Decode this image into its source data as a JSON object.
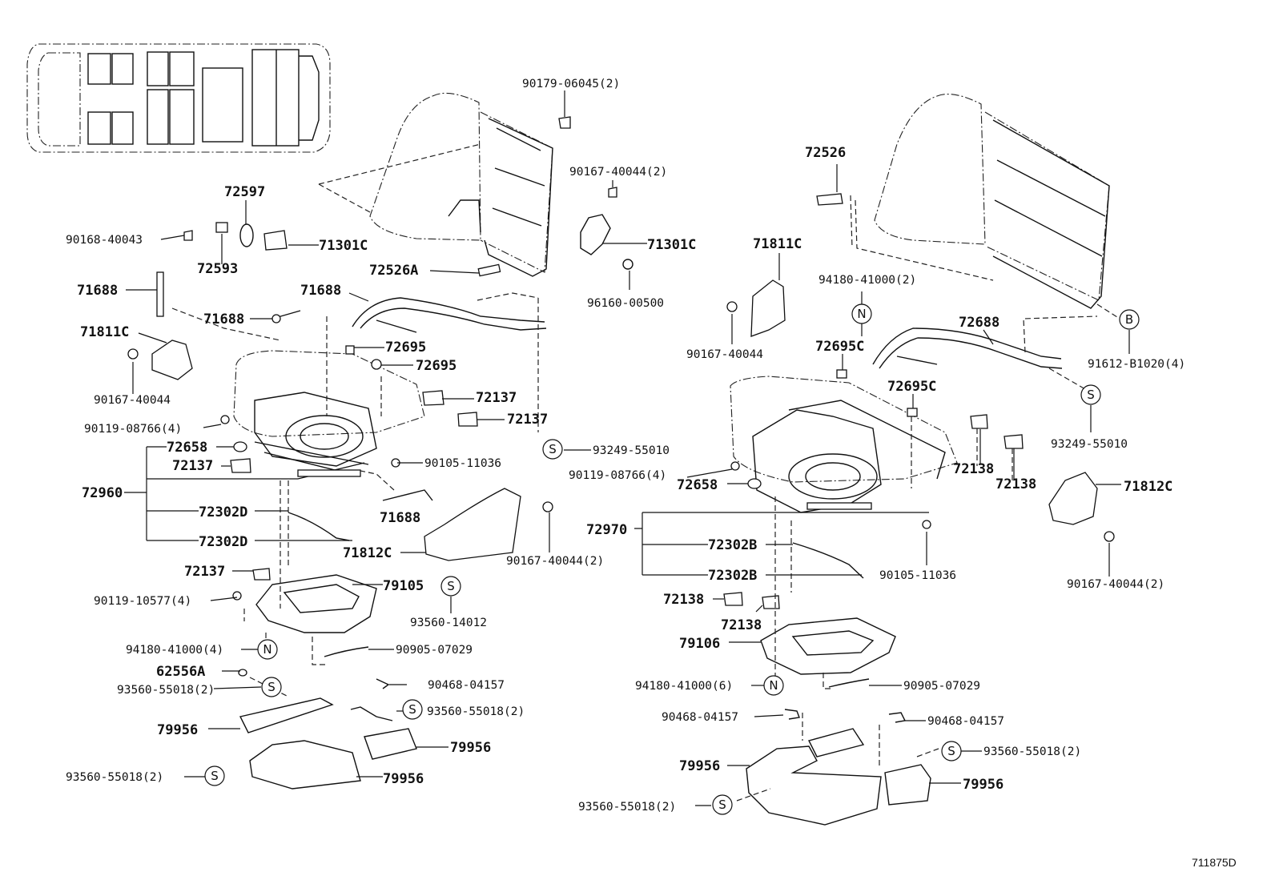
{
  "diagram_id": "711875D",
  "symbols": {
    "S": "S",
    "N": "N",
    "B": "B"
  },
  "labels": {
    "l1": "90179-06045(2)",
    "l2": "72597",
    "l3": "90168-40043",
    "l4": "72593",
    "l5": "71301C",
    "l6": "72526A",
    "l7": "71688",
    "l8": "71688",
    "l9": "71688",
    "l10": "71811C",
    "l11": "90167-40044",
    "l12": "72695",
    "l13": "72695",
    "l14": "72137",
    "l15": "72137",
    "l16": "90119-08766(4)",
    "l17": "72658",
    "l18": "72137",
    "l19": "90105-11036",
    "l20": "93249-55010",
    "l21": "72960",
    "l22": "72302D",
    "l23": "72302D",
    "l24": "71688",
    "l25": "71812C",
    "l26": "90167-40044(2)",
    "l27": "72137",
    "l28": "79105",
    "l29": "90119-10577(4)",
    "l30": "93560-14012",
    "l31": "94180-41000(4)",
    "l32": "90905-07029",
    "l33": "62556A",
    "l34": "93560-55018(2)",
    "l35": "90468-04157",
    "l36": "93560-55018(2)",
    "l37": "79956",
    "l38": "79956",
    "l39": "93560-55018(2)",
    "l40": "79956",
    "r1": "90167-40044(2)",
    "r2": "71301C",
    "r3": "96160-00500",
    "r4": "72526",
    "r5": "71811C",
    "r6": "94180-41000(2)",
    "r7": "90167-40044",
    "r8": "72688",
    "r9": "72695C",
    "r10": "72695C",
    "r11": "91612-B1020(4)",
    "r12": "93249-55010",
    "r13": "90119-08766(4)",
    "r14": "72658",
    "r15": "72138",
    "r16": "72138",
    "r17": "71812C",
    "r18": "72970",
    "r19": "72302B",
    "r20": "72302B",
    "r21": "90105-11036",
    "r22": "90167-40044(2)",
    "r23": "72138",
    "r24": "72138",
    "r25": "79106",
    "r26": "94180-41000(6)",
    "r27": "90905-07029",
    "r28": "90468-04157",
    "r29": "90468-04157",
    "r30": "93560-55018(2)",
    "r31": "79956",
    "r32": "79956",
    "r33": "93560-55018(2)"
  }
}
